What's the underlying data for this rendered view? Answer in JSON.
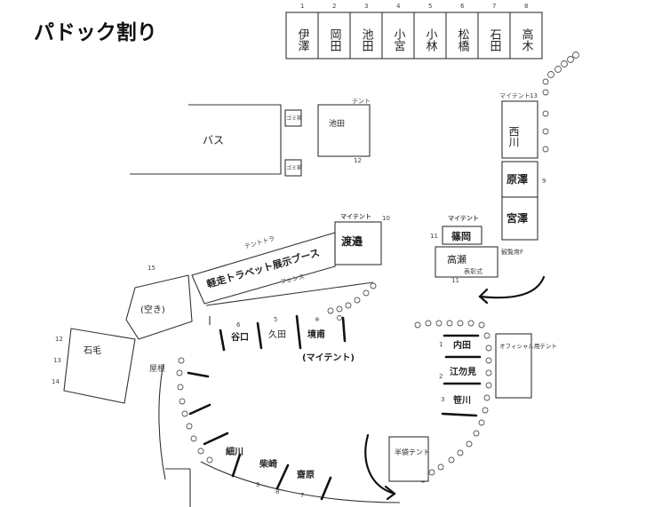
{
  "title": "パドック割り",
  "top_row": {
    "numbers": [
      "1",
      "2",
      "3",
      "4",
      "5",
      "6",
      "7",
      "8"
    ],
    "names": [
      "伊澤",
      "岡田",
      "池田",
      "小宮",
      "小林",
      "松橋",
      "石田",
      "高木"
    ]
  },
  "bus": "バス",
  "trash": [
    "ゴミ箱",
    "ゴミ箱"
  ],
  "ikeda_box": {
    "name": "池田",
    "top_note": "テント",
    "bottom_note": "12"
  },
  "right_column": {
    "top_note": "マイテント",
    "top_num": "13",
    "names": [
      "西川",
      "原澤",
      "宮澤"
    ],
    "side_num": "9"
  },
  "watanabe": {
    "name": "渡邉",
    "label": "マイテント",
    "side_note": "10"
  },
  "fence_tent": {
    "top_note": "テントトラ",
    "text": "軽走トラベット展示ブース"
  },
  "fence_label": "フェンス",
  "sasaoka": {
    "label": "マイテント",
    "name": "篠岡",
    "num": "11"
  },
  "takase": {
    "name": "高瀬",
    "note": "表彰式",
    "num": "11"
  },
  "kanshi": "観覧席F",
  "akichi": "(空き)",
  "num_15": "15",
  "left_nums": [
    "12",
    "13",
    "14"
  ],
  "ishige": "石毛",
  "sharo": "屋根",
  "mid_row": {
    "nums": [
      "6",
      "5",
      "※"
    ],
    "names": [
      "谷口",
      "久田",
      "境甫"
    ],
    "note": "(マイテント)"
  },
  "right_inner": {
    "nums": [
      "1",
      "2",
      "3"
    ],
    "names": [
      "内田",
      "江勿見",
      "笹川"
    ]
  },
  "official": "オフィシャル用テント",
  "bottom": {
    "names": [
      "細川",
      "柴崎",
      "齋原"
    ],
    "nums": [
      "9",
      "8",
      "7"
    ]
  },
  "hanbai": "半袋テント"
}
